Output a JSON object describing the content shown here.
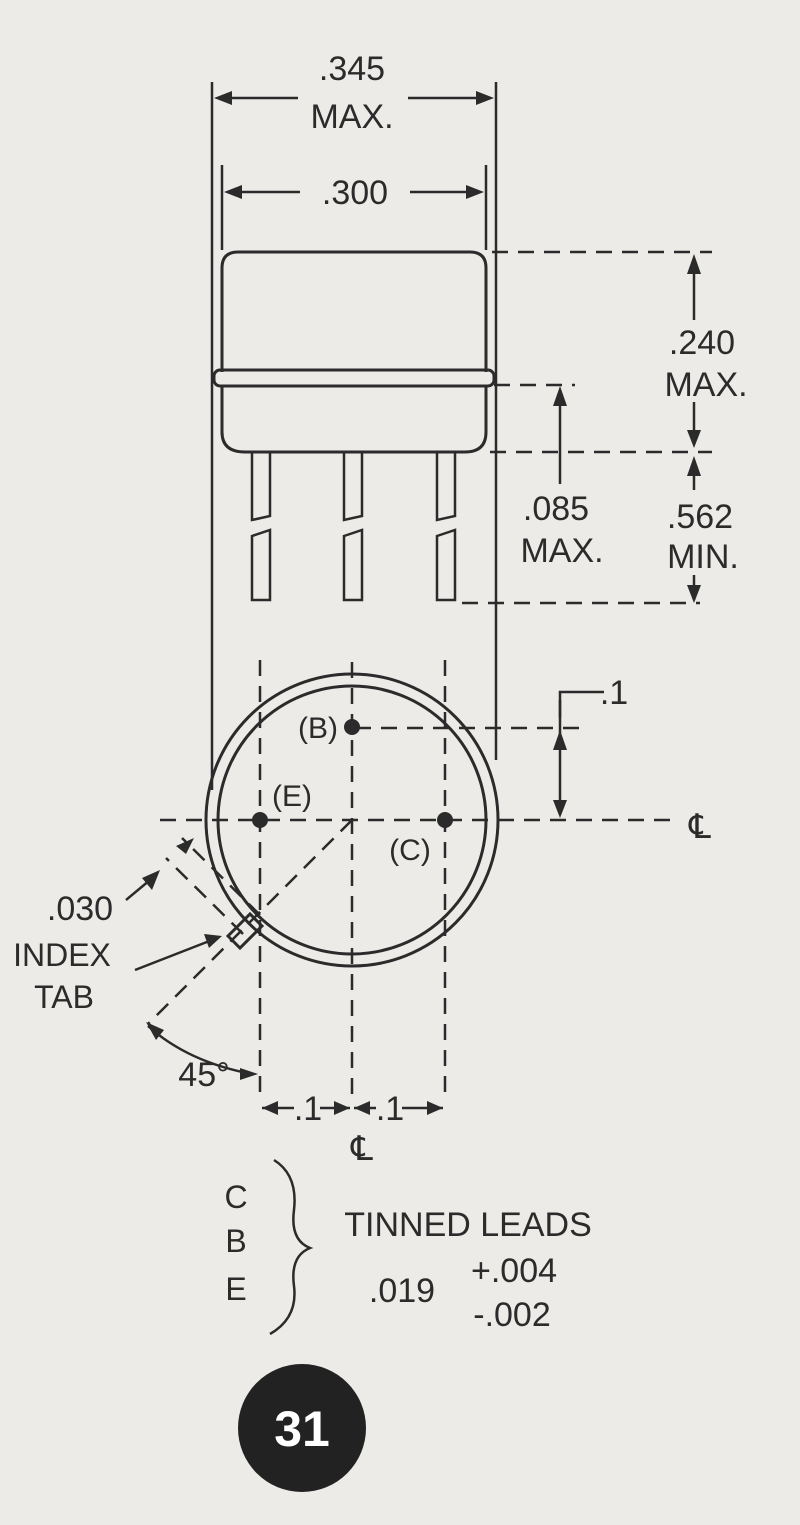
{
  "dimensions": {
    "overall_width_value": ".345",
    "overall_width_note": "MAX.",
    "body_width": ".300",
    "body_height_value": ".240",
    "body_height_note": "MAX.",
    "flange_height_value": ".085",
    "flange_height_note": "MAX.",
    "lead_length_value": ".562",
    "lead_length_note": "MIN.",
    "pin_offset": ".1",
    "tab_width": ".030",
    "tab_angle": "45°",
    "spacing_left": ".1",
    "spacing_right": ".1",
    "centerline": "℄"
  },
  "pins": {
    "base": "(B)",
    "emitter": "(E)",
    "collector": "(C)"
  },
  "index_tab": {
    "line1": "INDEX",
    "line2": "TAB"
  },
  "leads_note": {
    "letters": [
      "C",
      "B",
      "E"
    ],
    "label": "TINNED LEADS",
    "diameter": ".019",
    "tol_plus": "+.004",
    "tol_minus": "-.002"
  },
  "page_number": "31"
}
